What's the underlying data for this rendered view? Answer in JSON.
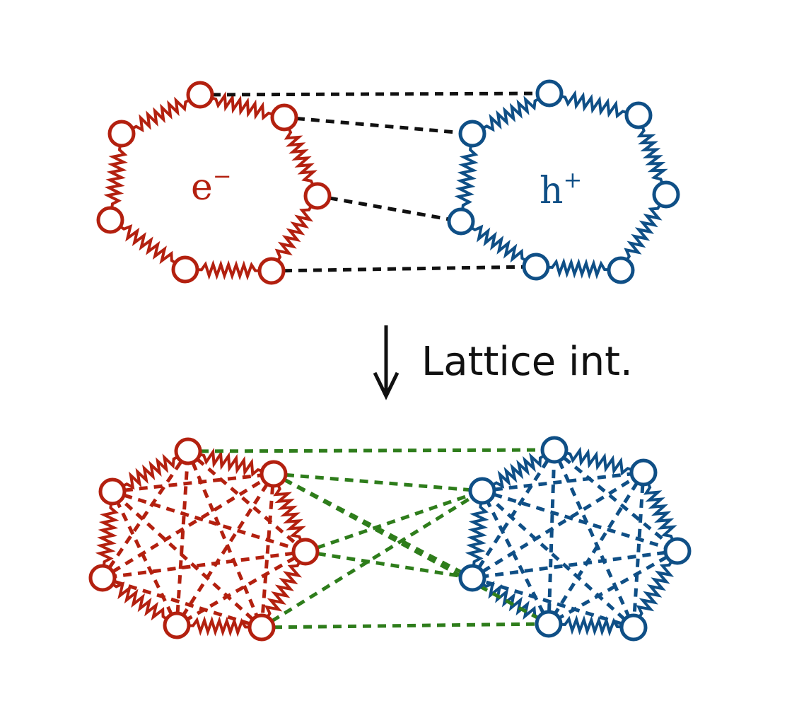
{
  "colors": {
    "electron": "#b3200f",
    "hole": "#0f4f86",
    "interaction_top": "#111111",
    "interaction_bottom": "#2e7d1b",
    "arrow": "#111111"
  },
  "labels": {
    "electron_text": "e",
    "electron_sup": "−",
    "hole_text": "h",
    "hole_sup": "+",
    "transition": "Lattice int."
  },
  "icons": {
    "transition_arrow": "down-arrow-icon"
  }
}
